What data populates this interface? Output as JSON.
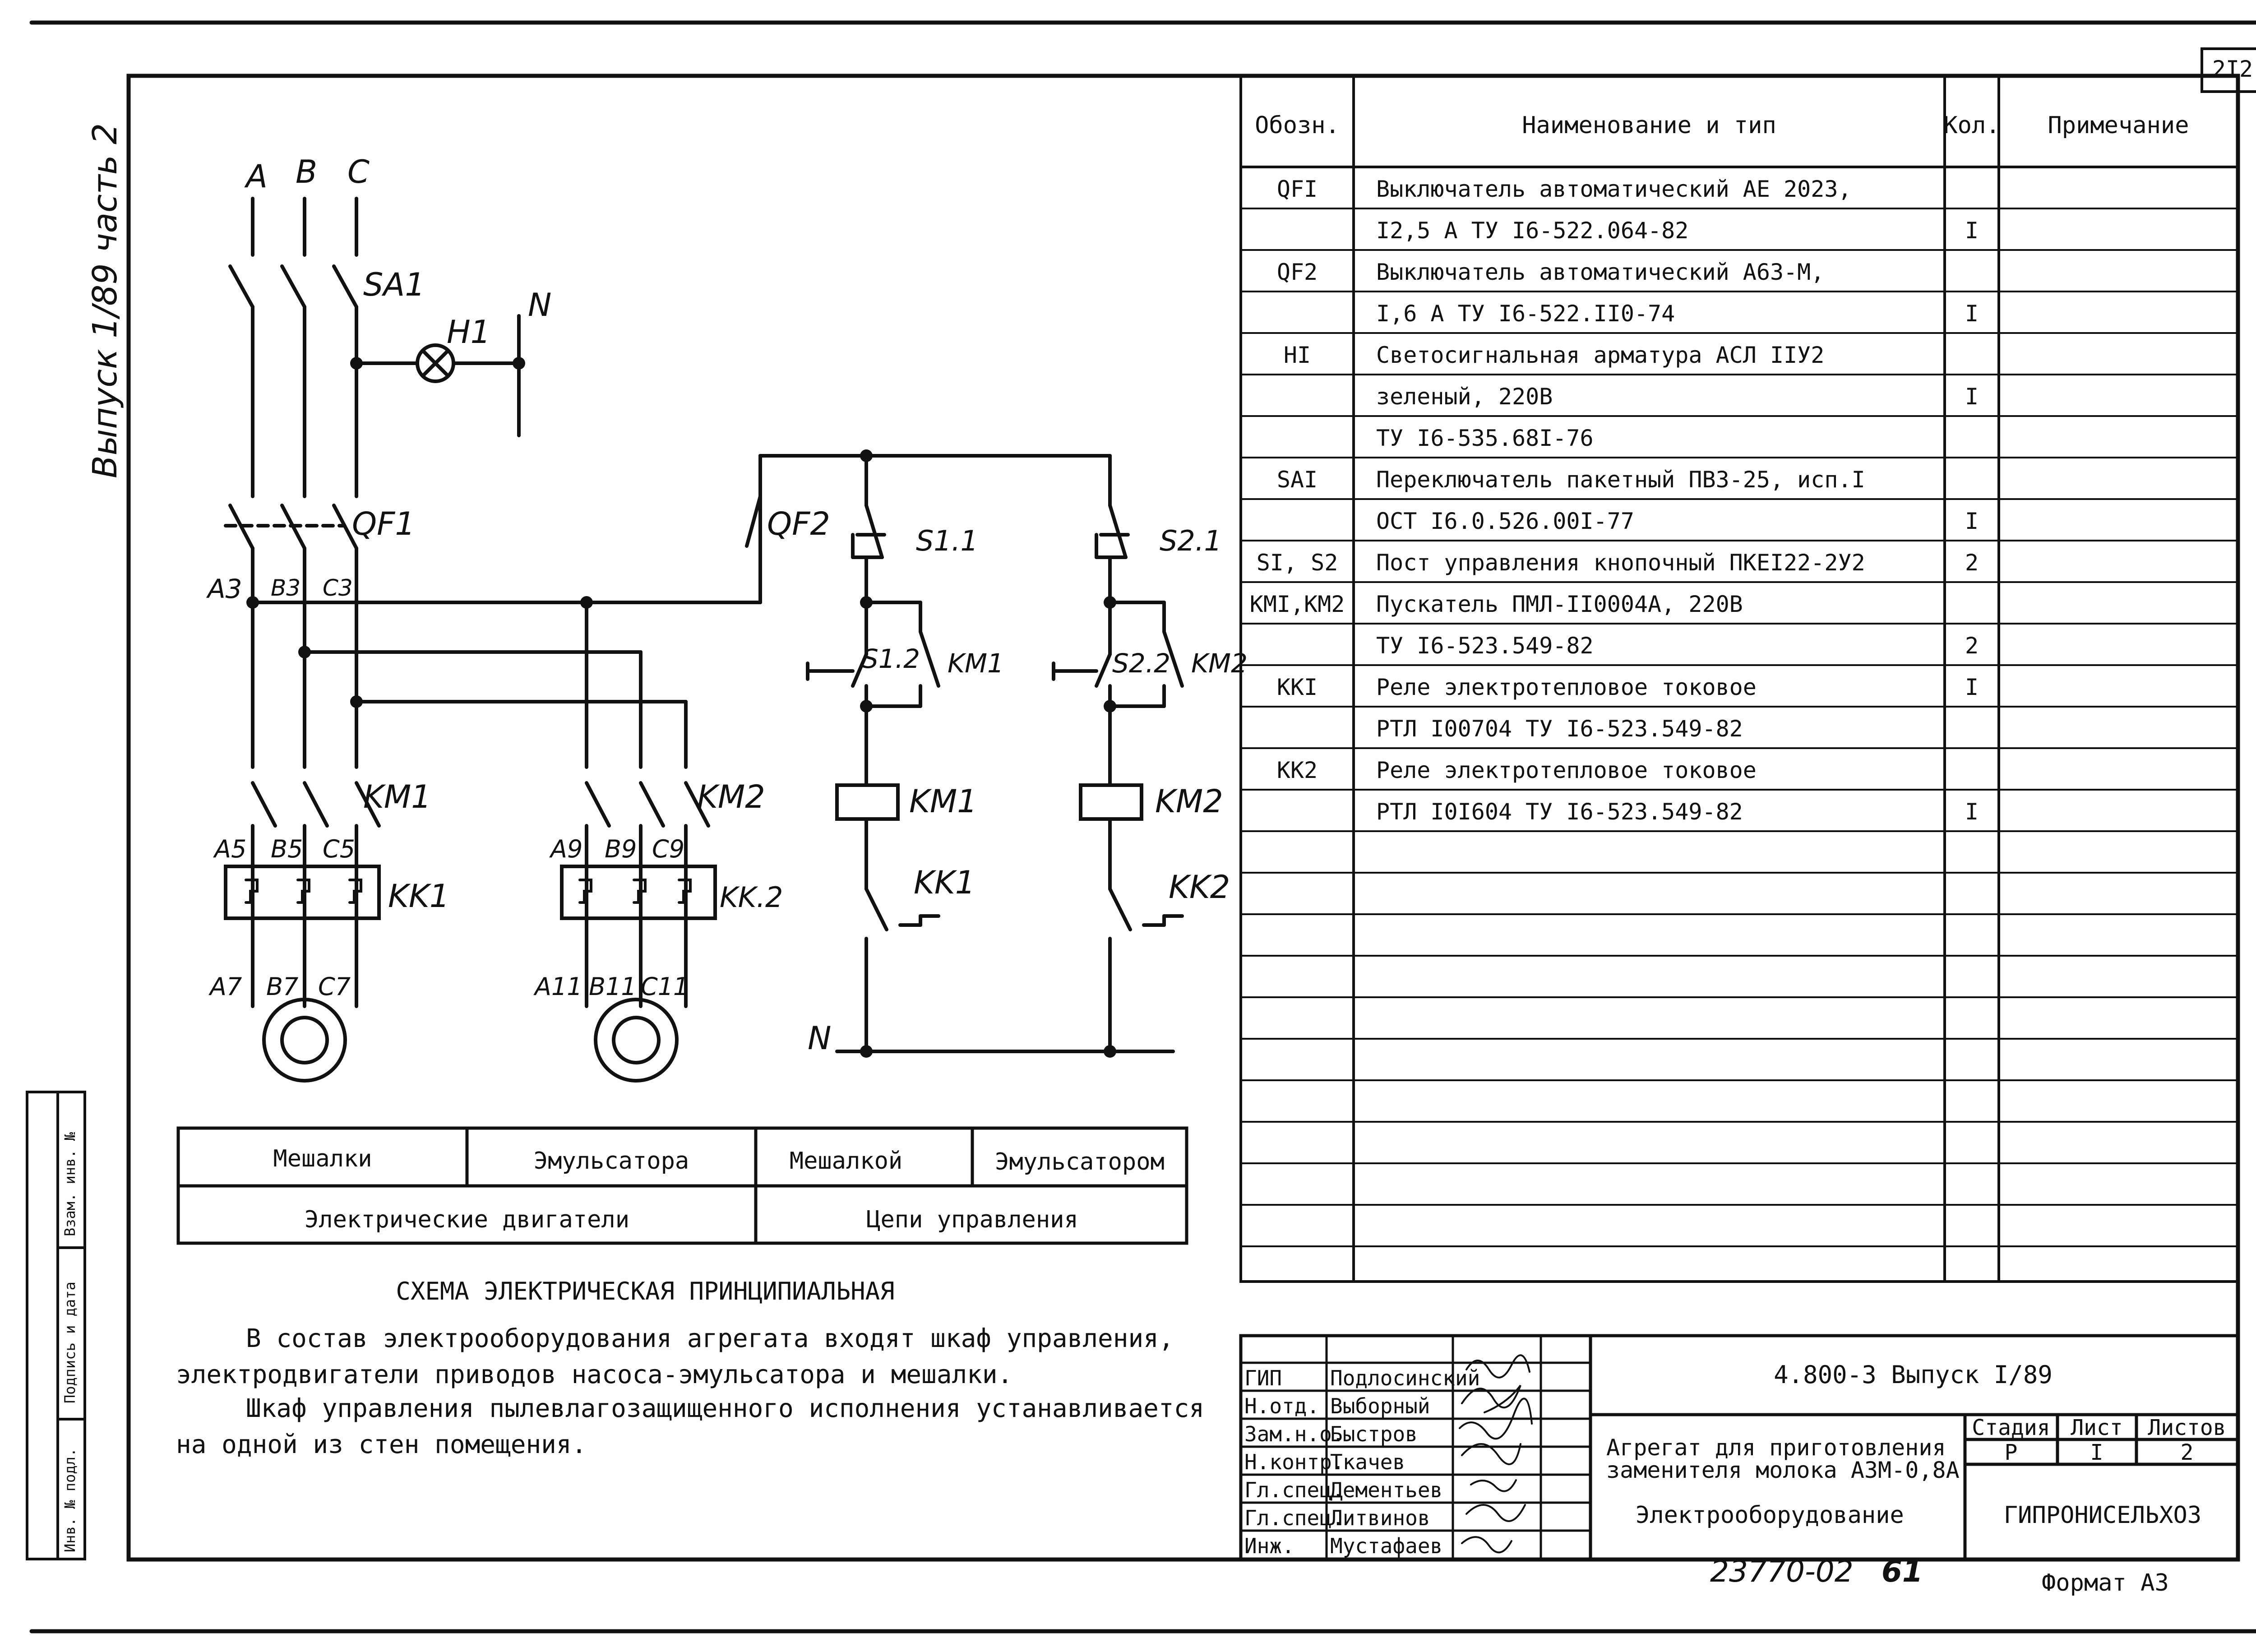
{
  "sheet": {
    "page_number": "2I2",
    "side_label": "Выпуск 1/89 часть 2",
    "format": "Формат А3",
    "archive_number": "23770-02",
    "archive_page": "61"
  },
  "margin_stamps": [
    "Взам. инв. №",
    "Подпись и дата",
    "Инв. № подл."
  ],
  "schematic": {
    "phases": [
      "A",
      "B",
      "C"
    ],
    "neutral": "N",
    "labels": {
      "sa1": "SA1",
      "h1": "H1",
      "qf1": "QF1",
      "qf2": "QF2",
      "a3": "A3",
      "b3": "B3",
      "c3": "C3",
      "km1": "KM1",
      "km2": "KM2",
      "a5": "A5",
      "b5": "B5",
      "c5": "C5",
      "a9": "A9",
      "b9": "B9",
      "c9": "C9",
      "kk1": "KK1",
      "kk2": "KK.2",
      "a7": "A7",
      "b7": "B7",
      "c7": "C7",
      "a11": "A11",
      "b11": "B11",
      "c11": "C11",
      "s11": "S1.1",
      "s21": "S2.1",
      "s12": "S1.2",
      "s22": "S2.2",
      "km1_contact": "KM1",
      "km2_contact": "KM2",
      "km1_coil": "KM1",
      "km2_coil": "KM2",
      "kk1_contact": "KK1",
      "kk2_contact": "KK2"
    }
  },
  "zones_table": {
    "row1": [
      "Мешалки",
      "Эмульсатора",
      "Мешалкой",
      "Эмульсатором"
    ],
    "row2": [
      "Электрические двигатели",
      "Цепи управления"
    ]
  },
  "title": "СХЕМА ЭЛЕКТРИЧЕСКАЯ ПРИНЦИПИАЛЬНАЯ",
  "notes": [
    "В состав электрооборудования агрегата входят шкаф управления,",
    "электродвигатели приводов насоса-эмульсатора и мешалки.",
    "Шкаф управления пылевлагозащищенного исполнения устанавливается",
    "на одной из стен помещения."
  ],
  "spec_table": {
    "headers": [
      "Обозн.",
      "Наименование и тип",
      "Кол.",
      "Примечание"
    ],
    "rows": [
      {
        "code": "QFI",
        "name": "Выключатель автоматический АЕ 2023,",
        "qty": ""
      },
      {
        "code": "",
        "name": "I2,5 А    ТУ I6-522.064-82",
        "qty": "I"
      },
      {
        "code": "QF2",
        "name": "Выключатель автоматический А63-М,",
        "qty": ""
      },
      {
        "code": "",
        "name": "I,6 А     ТУ I6-522.II0-74",
        "qty": "I"
      },
      {
        "code": "HI",
        "name": "Светосигнальная арматура АСЛ IIУ2",
        "qty": ""
      },
      {
        "code": "",
        "name": "зеленый,  220В",
        "qty": "I"
      },
      {
        "code": "",
        "name": "ТУ I6-535.68I-76",
        "qty": ""
      },
      {
        "code": "SAI",
        "name": "Переключатель пакетный ПВЗ-25, исп.I",
        "qty": ""
      },
      {
        "code": "",
        "name": "ОСТ I6.0.526.00I-77",
        "qty": "I"
      },
      {
        "code": "SI, S2",
        "name": "Пост управления кнопочный ПКЕI22-2У2",
        "qty": "2"
      },
      {
        "code": "КМI,КМ2",
        "name": "Пускатель  ПМЛ-II0004А, 220В",
        "qty": ""
      },
      {
        "code": "",
        "name": "ТУ I6-523.549-82",
        "qty": "2"
      },
      {
        "code": "ККI",
        "name": "Реле электротепловое токовое",
        "qty": "I"
      },
      {
        "code": "",
        "name": "РТЛ I00704   ТУ I6-523.549-82",
        "qty": ""
      },
      {
        "code": "КК2",
        "name": "Реле электротепловое токовое",
        "qty": ""
      },
      {
        "code": "",
        "name": "РТЛ I0I604  ТУ I6-523.549-82",
        "qty": "I"
      }
    ]
  },
  "title_block": {
    "doc_code": "4.800-3  Выпуск I/89",
    "product_line1": "Агрегат для приготовления",
    "product_line2": "заменителя молока АЗМ-0,8А",
    "section": "Электрооборудование",
    "organization": "ГИПРОНИСЕЛЬХОЗ",
    "stage_headers": [
      "Стадия",
      "Лист",
      "Листов"
    ],
    "stage_values": [
      "Р",
      "I",
      "2"
    ],
    "signatures": [
      {
        "role": "ГИП",
        "name": "Подлосинский"
      },
      {
        "role": "Н.отд.",
        "name": "Выборный"
      },
      {
        "role": "Зам.н.о.",
        "name": "Быстров"
      },
      {
        "role": "Н.контр.",
        "name": "Ткачев"
      },
      {
        "role": "Гл.спец.",
        "name": "Дементьев"
      },
      {
        "role": "Гл.спец.",
        "name": "Литвинов"
      },
      {
        "role": "Инж.",
        "name": "Мустафаев"
      }
    ]
  }
}
